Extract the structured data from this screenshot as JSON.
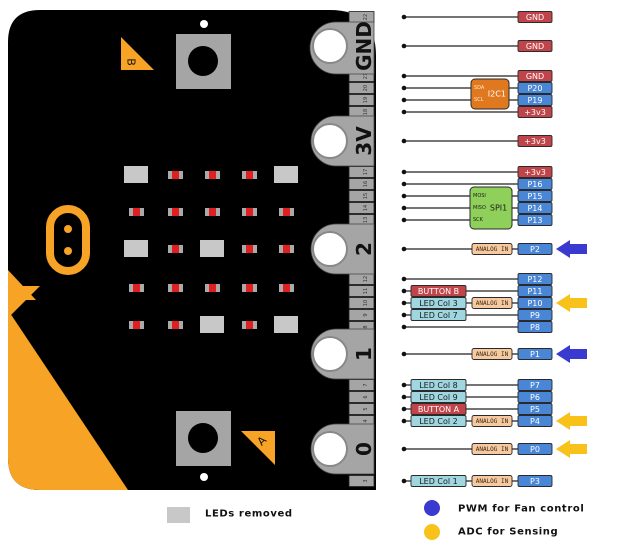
{
  "diagram": {
    "title": "micro:bit edge connector pinout",
    "colors": {
      "board": "#000000",
      "accent_orange": "#f7a325",
      "connector_grey": "#a5a5a5",
      "led_removed": "#c8c8c8",
      "led_red": "#e02020",
      "power_red": "#c0454a",
      "pin_blue": "#4a86d6",
      "led_col_cyan": "#9fd6e0",
      "analog_peach": "#f7c9a0",
      "i2c_orange": "#e07820",
      "spi_green": "#8fd05a",
      "arrow_blue": "#3a3ad0",
      "arrow_yellow": "#f8c21a"
    },
    "board": {
      "button_b_label": "B",
      "button_a_label": "A",
      "big_pads": [
        {
          "label": "GND",
          "strip": "22"
        },
        {
          "label": "3V"
        },
        {
          "label": "2"
        },
        {
          "label": "1"
        },
        {
          "label": "0"
        }
      ],
      "led_matrix": [
        [
          "removed",
          "led",
          "led",
          "led",
          "removed"
        ],
        [
          "led",
          "led",
          "led",
          "led",
          "led"
        ],
        [
          "removed",
          "led",
          "removed",
          "led",
          "led"
        ],
        [
          "led",
          "led",
          "led",
          "led",
          "led"
        ],
        [
          "led",
          "led",
          "removed",
          "led",
          "removed"
        ]
      ]
    },
    "pins": [
      {
        "strip": "22",
        "pin": "GND",
        "pin_type": "power"
      },
      {
        "strip": "",
        "pin": "GND",
        "pin_type": "power",
        "pad": "GND"
      },
      {
        "strip": "21",
        "pin": "GND",
        "pin_type": "power"
      },
      {
        "strip": "20",
        "pin": "P20",
        "pin_type": "io",
        "bus": "I2C1",
        "bus_role": "SDA"
      },
      {
        "strip": "19",
        "pin": "P19",
        "pin_type": "io",
        "bus": "I2C1",
        "bus_role": "SCL"
      },
      {
        "strip": "18",
        "pin": "+3v3",
        "pin_type": "power"
      },
      {
        "strip": "",
        "pin": "+3v3",
        "pin_type": "power",
        "pad": "3V"
      },
      {
        "strip": "17",
        "pin": "+3v3",
        "pin_type": "power"
      },
      {
        "strip": "16",
        "pin": "P16",
        "pin_type": "io"
      },
      {
        "strip": "15",
        "pin": "P15",
        "pin_type": "io",
        "bus": "SPI1",
        "bus_role": "MOSI"
      },
      {
        "strip": "14",
        "pin": "P14",
        "pin_type": "io",
        "bus": "SPI1",
        "bus_role": "MISO"
      },
      {
        "strip": "13",
        "pin": "P13",
        "pin_type": "io",
        "bus": "SPI1",
        "bus_role": "SCK"
      },
      {
        "strip": "",
        "pin": "P2",
        "pin_type": "io",
        "pad": "2",
        "analog": "ANALOG IN",
        "arrow": "pwm"
      },
      {
        "strip": "12",
        "pin": "P12",
        "pin_type": "io"
      },
      {
        "strip": "11",
        "pin": "P11",
        "pin_type": "io",
        "func": "BUTTON B",
        "func_type": "button"
      },
      {
        "strip": "10",
        "pin": "P10",
        "pin_type": "io",
        "func": "LED Col 3",
        "func_type": "led",
        "analog": "ANALOG IN",
        "arrow": "adc"
      },
      {
        "strip": "9",
        "pin": "P9",
        "pin_type": "io",
        "func": "LED Col 7",
        "func_type": "led"
      },
      {
        "strip": "8",
        "pin": "P8",
        "pin_type": "io"
      },
      {
        "strip": "",
        "pin": "P1",
        "pin_type": "io",
        "pad": "1",
        "analog": "ANALOG IN",
        "arrow": "pwm"
      },
      {
        "strip": "7",
        "pin": "P7",
        "pin_type": "io",
        "func": "LED Col 8",
        "func_type": "led"
      },
      {
        "strip": "6",
        "pin": "P6",
        "pin_type": "io",
        "func": "LED Col 9",
        "func_type": "led"
      },
      {
        "strip": "5",
        "pin": "P5",
        "pin_type": "io",
        "func": "BUTTON A",
        "func_type": "button"
      },
      {
        "strip": "4",
        "pin": "P4",
        "pin_type": "io",
        "func": "LED Col 2",
        "func_type": "led",
        "analog": "ANALOG IN",
        "arrow": "adc"
      },
      {
        "strip": "",
        "pin": "P0",
        "pin_type": "io",
        "pad": "0",
        "analog": "ANALOG IN",
        "arrow": "adc"
      },
      {
        "strip": "3",
        "pin": "P3",
        "pin_type": "io",
        "func": "LED Col 1",
        "func_type": "led",
        "analog": "ANALOG IN"
      }
    ],
    "buses": [
      {
        "name": "I2C1",
        "roles": [
          "SDA",
          "SCL"
        ]
      },
      {
        "name": "SPI1",
        "roles": [
          "MOSI",
          "MISO",
          "SCK"
        ]
      }
    ],
    "legend": {
      "leds_removed": "LEDs removed",
      "pwm": "PWM for Fan control",
      "adc": "ADC for Sensing"
    }
  }
}
